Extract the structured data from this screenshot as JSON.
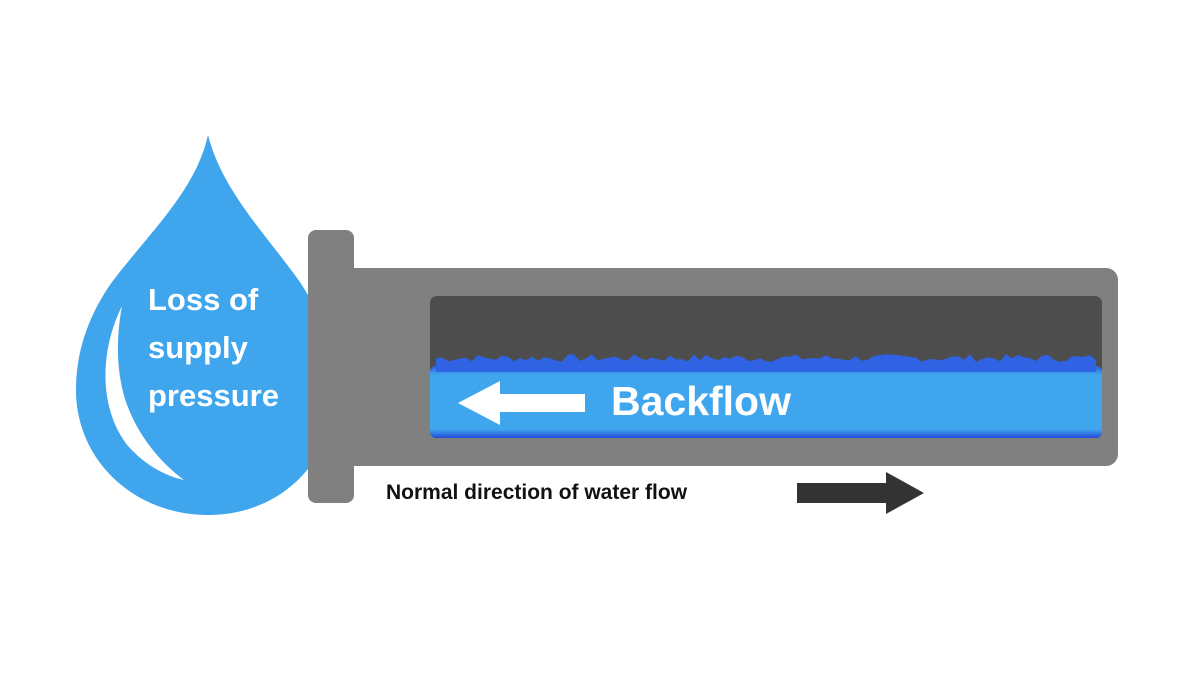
{
  "drop": {
    "lines": [
      "Loss of",
      "supply",
      "pressure"
    ]
  },
  "pipe": {
    "backflow_label": "Backflow"
  },
  "normal_flow": {
    "label": "Normal direction of water flow"
  },
  "colors": {
    "drop": "#3fa6ee",
    "drop_highlight": "#ffffff",
    "pipe_body": "#808080",
    "pipe_interior": "#4d4d4d",
    "water": "#3fa6ee",
    "water_edge": "#2449d8",
    "backflow_arrow": "#ffffff",
    "normal_flow_arrow": "#333333"
  },
  "icons": {
    "drop": "water-drop-icon",
    "backflow_arrow": "arrow-left-icon",
    "normal_flow_arrow": "arrow-right-icon"
  }
}
